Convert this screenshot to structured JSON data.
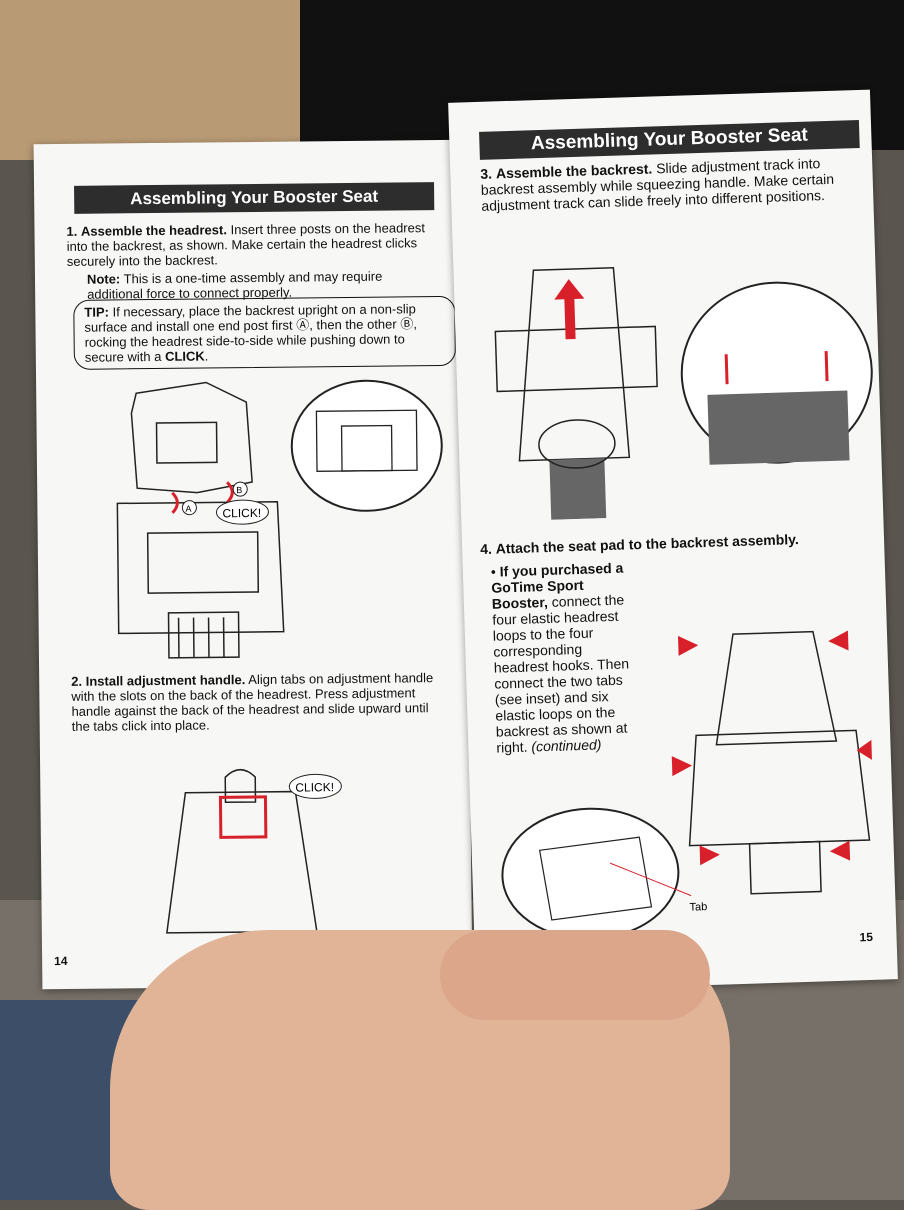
{
  "left_page": {
    "title": "Assembling Your Booster Seat",
    "step1": {
      "number": "1.",
      "heading": "Assemble the headrest.",
      "text": "Insert three posts on the headrest into the backrest, as shown. Make certain the headrest clicks securely into the backrest."
    },
    "note": {
      "label": "Note:",
      "text": "This is a one-time assembly and may require additional force to connect properly."
    },
    "tip": {
      "label": "TIP:",
      "text": "If necessary, place the backrest upright on a non-slip surface and install one end post first Ⓐ, then the other Ⓑ, rocking the headrest side-to-side while pushing down to secure with a",
      "emphasis": "CLICK",
      "period": "."
    },
    "callout_click_1": "CLICK!",
    "label_a": "A",
    "label_b": "B",
    "step2": {
      "number": "2.",
      "heading": "Install adjustment handle.",
      "text": "Align tabs on adjustment handle with the slots on the back of the headrest. Press adjustment handle against the back of the headrest and slide upward until the tabs click into place."
    },
    "callout_click_2": "CLICK!",
    "page_number": "14"
  },
  "right_page": {
    "title": "Assembling Your Booster Seat",
    "step3": {
      "number": "3.",
      "heading": "Assemble the backrest.",
      "text": "Slide adjustment track into backrest assembly while squeezing handle. Make certain adjustment track can slide freely into different positions."
    },
    "step4": {
      "number": "4.",
      "heading": "Attach the seat pad to the backrest assembly.",
      "bullet_heading": "If you purchased a GoTime Sport Booster,",
      "bullet_text": "connect the four elastic headrest loops to the four corresponding headrest hooks. Then connect the two tabs (see inset) and six elastic loops on the backrest as shown at right.",
      "continued": "(continued)"
    },
    "tab_label": "Tab",
    "page_number": "15"
  },
  "colors": {
    "accent_red": "#d8202a",
    "banner": "#2d2d2d",
    "paper": "#f7f7f5"
  }
}
